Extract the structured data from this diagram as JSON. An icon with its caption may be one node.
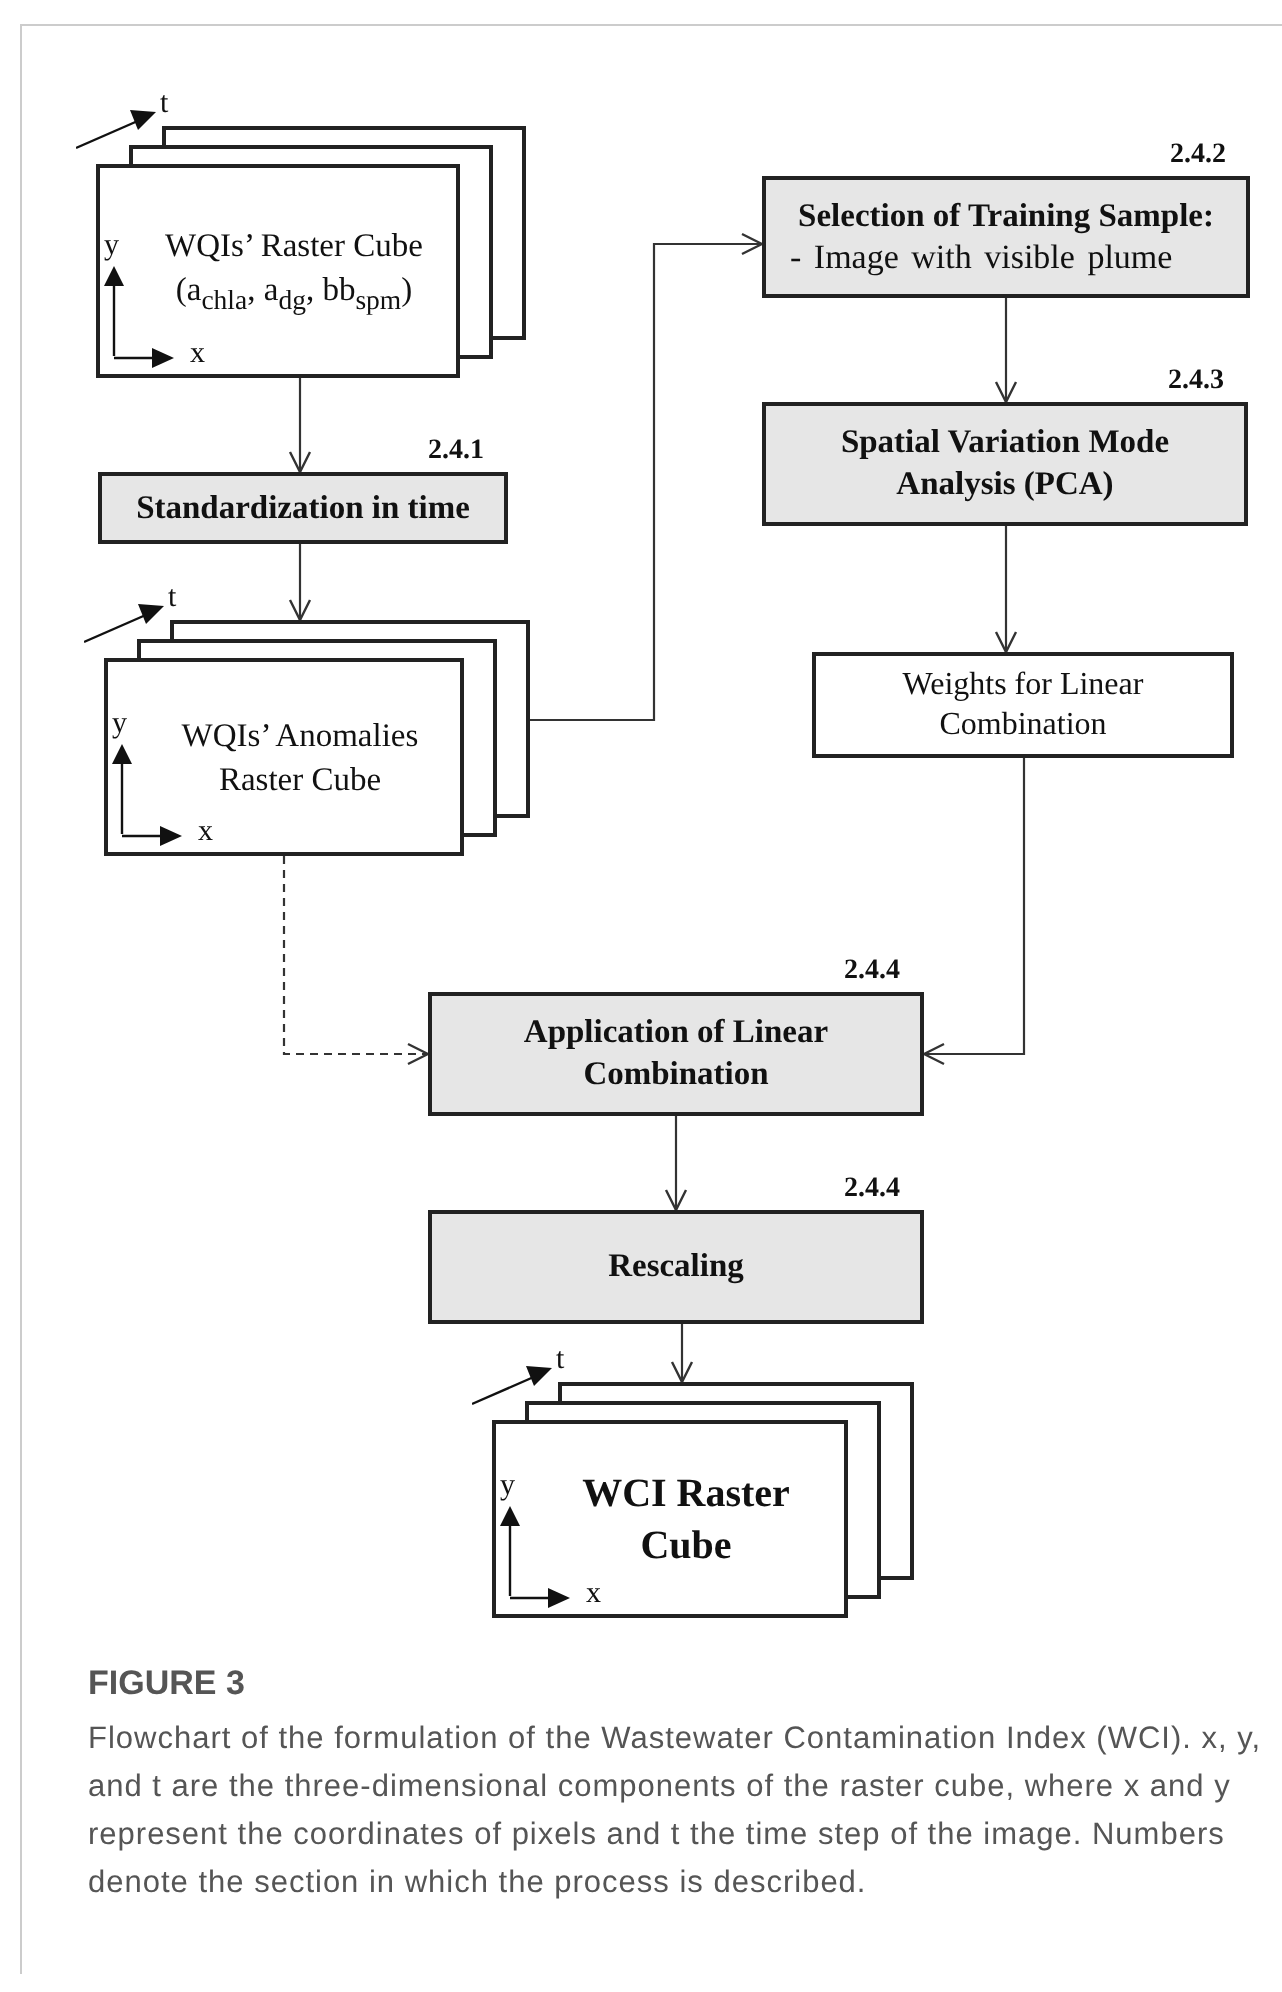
{
  "diagram": {
    "title": "FIGURE 3",
    "caption": "Flowchart of the formulation of the Wastewater Contamination Index (WCI). x, y, and t are the three-dimensional components of the raster cube, where x and y represent the coordinates of pixels and t the time step of the image. Numbers denote the section in which the process is described.",
    "nodes": [
      {
        "text": [
          "WQIs’ Raster Cube (a$_{chla}$, a$_{dg}$, bb$_{spm}$)"
        ],
        "beside": [
          "t",
          "y",
          "x"
        ]
      },
      {
        "text": [
          "Standardization in time"
        ],
        "beside": [
          "2.4.1"
        ]
      },
      {
        "text": [
          "WQIs’ Anomalies Raster Cube"
        ],
        "beside": [
          "t",
          "y",
          "x"
        ]
      },
      {
        "text": [
          "Selection of Training Sample:",
          "- Image with visible plume"
        ],
        "beside": [
          "2.4.2"
        ]
      },
      {
        "text": [
          "Spatial Variation Mode Analysis (PCA)"
        ],
        "beside": [
          "2.4.3"
        ]
      },
      {
        "text": [
          "Weights for Linear Combination"
        ]
      },
      {
        "text": [
          "Application of Linear Combination"
        ],
        "beside": [
          "2.4.4"
        ]
      },
      {
        "text": [
          "Rescaling"
        ],
        "beside": [
          "2.4.4"
        ]
      },
      {
        "text": [
          "WCI Raster Cube"
        ],
        "beside": [
          "t",
          "y",
          "x"
        ]
      }
    ],
    "edges": [
      {
        "from": 0,
        "to": 1,
        "arrow": "to"
      },
      {
        "from": 1,
        "to": 2,
        "arrow": "to"
      },
      {
        "from": 2,
        "to": 3,
        "arrow": "to"
      },
      {
        "from": 3,
        "to": 4,
        "arrow": "to"
      },
      {
        "from": 4,
        "to": 5,
        "arrow": "to"
      },
      {
        "from": 2,
        "to": 6,
        "arrow": "to",
        "style": "dashed"
      },
      {
        "from": 5,
        "to": 6,
        "arrow": "to"
      },
      {
        "from": 6,
        "to": 7,
        "arrow": "to"
      },
      {
        "from": 7,
        "to": 8,
        "arrow": "to"
      }
    ]
  }
}
